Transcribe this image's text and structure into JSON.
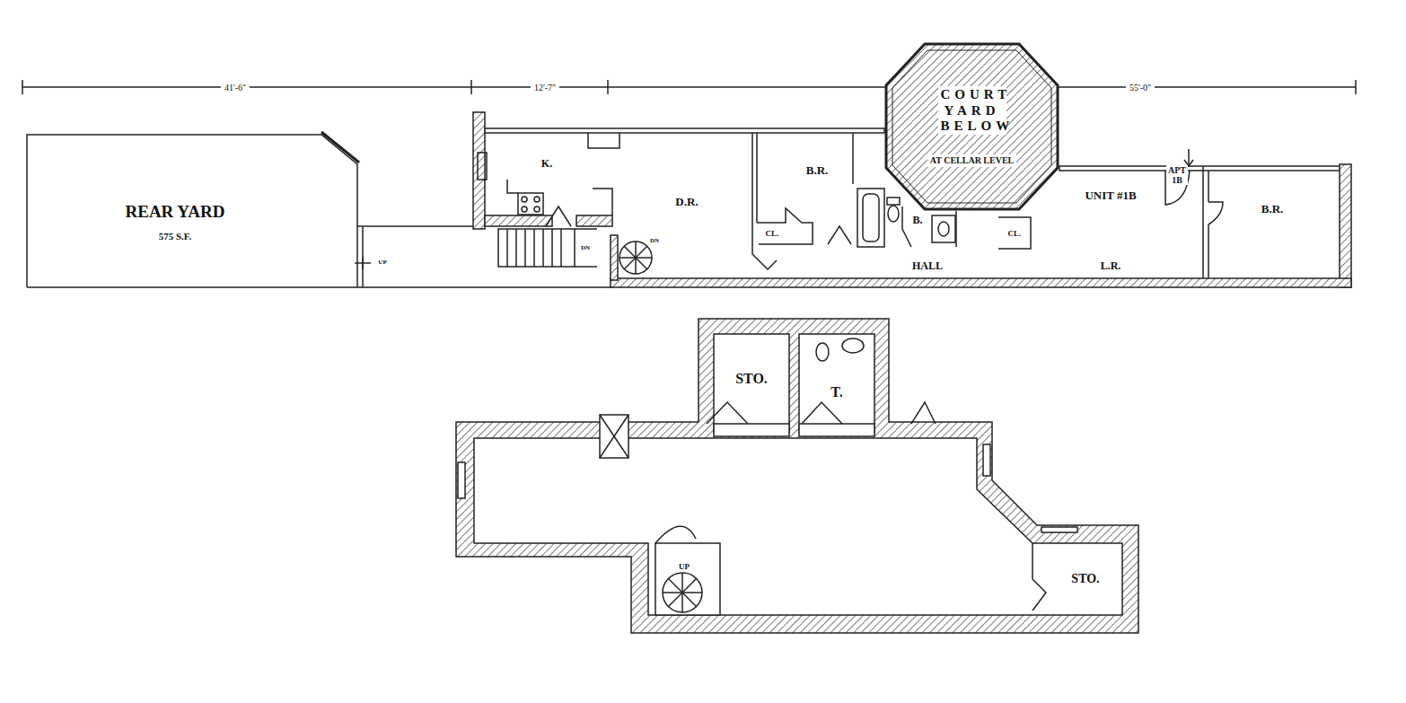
{
  "diagram": {
    "nodes": [
      {
        "text": [
          "REAR YARD",
          "575 S.F."
        ]
      },
      {
        "text": [
          "COURT YARD BELOW",
          "AT CELLAR LEVEL"
        ]
      },
      {
        "text": [
          "CL."
        ]
      },
      {
        "text": [
          "CL."
        ]
      },
      {
        "text": [
          "STO."
        ]
      },
      {
        "text": [
          "T."
        ]
      },
      {
        "text": [
          "STO."
        ]
      }
    ],
    "edges": [],
    "labels": [
      "41'-6\"",
      "12'-7\"",
      "55'-0\"",
      "K.",
      "D.R.",
      "B.R.",
      "B.",
      "UNIT #1B",
      "APT 1B",
      "B.R.",
      "HALL",
      "L.R.",
      "DN",
      "DN",
      "UP",
      "UP"
    ]
  }
}
